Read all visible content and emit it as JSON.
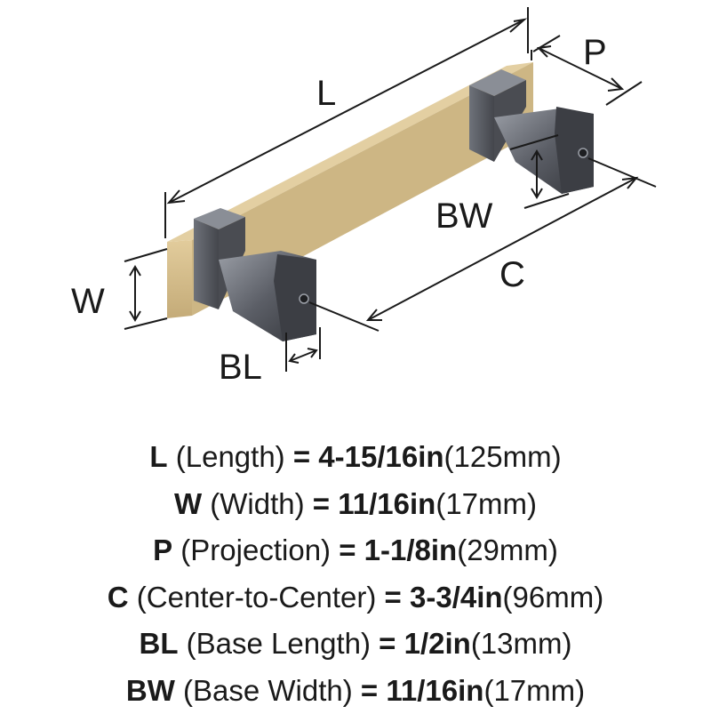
{
  "diagram": {
    "labels": {
      "L": "L",
      "P": "P",
      "W": "W",
      "BW": "BW",
      "C": "C",
      "BL": "BL"
    },
    "colors": {
      "bar_gold": "#d8c08c",
      "bar_gold_dark": "#b49b68",
      "base_metal": "#5b5e66",
      "base_metal_dark": "#3a3c42",
      "base_metal_light": "#8f939b",
      "line": "#1a1a1a"
    }
  },
  "specs": [
    {
      "code": "L",
      "name": " (Length) ",
      "eq": "= ",
      "value": "4-15/16in",
      "metric": "(125mm)"
    },
    {
      "code": "W",
      "name": " (Width) ",
      "eq": "= ",
      "value": "11/16in",
      "metric": "(17mm)"
    },
    {
      "code": "P",
      "name": " (Projection) ",
      "eq": "= ",
      "value": "1-1/8in",
      "metric": "(29mm)"
    },
    {
      "code": "C",
      "name": " (Center-to-Center) ",
      "eq": "= ",
      "value": "3-3/4in",
      "metric": "(96mm)"
    },
    {
      "code": "BL",
      "name": " (Base Length) ",
      "eq": "= ",
      "value": "1/2in",
      "metric": "(13mm)"
    },
    {
      "code": "BW",
      "name": " (Base Width) ",
      "eq": "= ",
      "value": "11/16in",
      "metric": "(17mm)"
    }
  ]
}
